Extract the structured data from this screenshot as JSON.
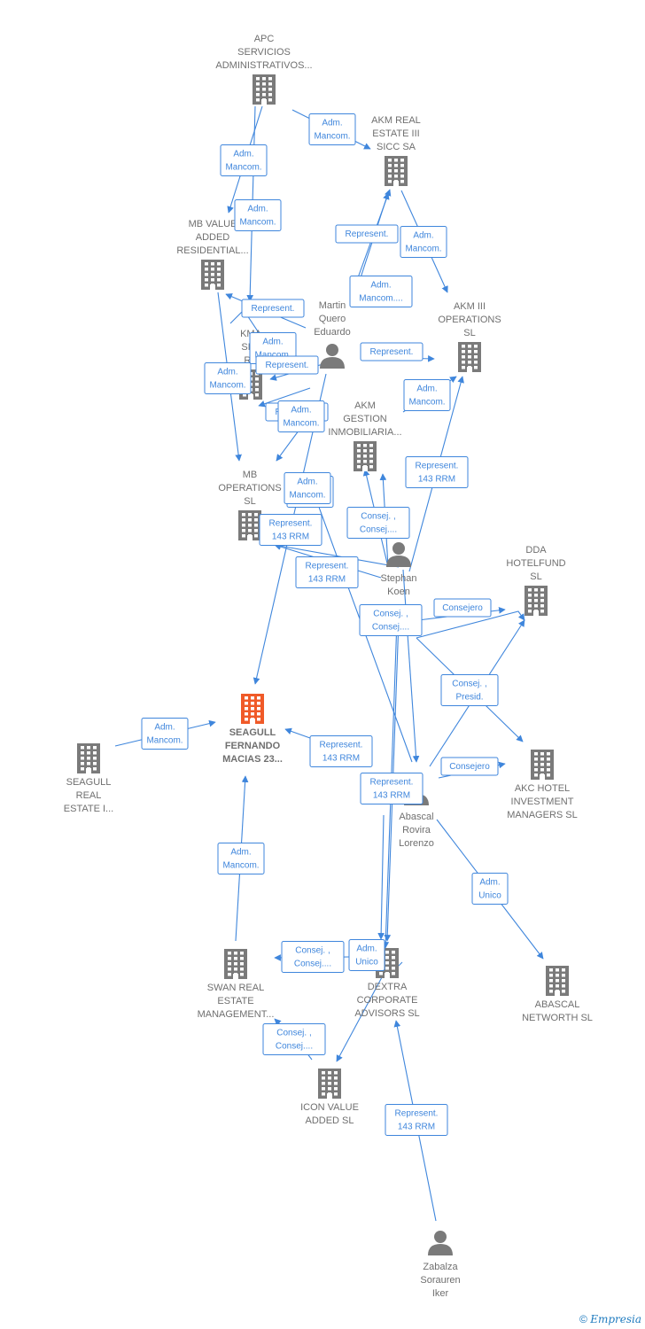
{
  "footer": {
    "copyright": "©",
    "brand": "Empresia"
  },
  "colors": {
    "edge": "#3f86dc",
    "building": "#7a7a7a",
    "main_building": "#f05a28",
    "person": "#7a7a7a"
  },
  "nodes": [
    {
      "id": "apc",
      "type": "company",
      "lines": [
        "APC",
        "SERVICIOS",
        "ADMINISTRATIVOS..."
      ]
    },
    {
      "id": "akm3",
      "type": "company",
      "lines": [
        "AKM REAL",
        "ESTATE III",
        "SICC SA"
      ]
    },
    {
      "id": "mbvalue",
      "type": "company",
      "lines": [
        "MB VALUE",
        "ADDED",
        "RESIDENTIAL..."
      ]
    },
    {
      "id": "martin",
      "type": "person",
      "lines": [
        "Martin",
        "Quero",
        "Eduardo"
      ]
    },
    {
      "id": "akm3ops",
      "type": "company",
      "lines": [
        "AKM III",
        "OPERATIONS",
        "SL"
      ]
    },
    {
      "id": "kma",
      "type": "company",
      "lines": [
        "KMA",
        "SPA",
        "RE"
      ]
    },
    {
      "id": "akmgestion",
      "type": "company",
      "lines": [
        "AKM",
        "GESTION",
        "INMOBILIARIA..."
      ]
    },
    {
      "id": "mbops",
      "type": "company",
      "lines": [
        "MB",
        "OPERATIONS",
        "SL"
      ]
    },
    {
      "id": "stephan",
      "type": "person",
      "lines": [
        "Stephan",
        "Koen"
      ]
    },
    {
      "id": "ddahotel",
      "type": "company",
      "lines": [
        "DDA",
        "HOTELFUND",
        "SL"
      ]
    },
    {
      "id": "seagull_main",
      "type": "main",
      "lines": [
        "SEAGULL",
        "FERNANDO",
        "MACIAS 23..."
      ]
    },
    {
      "id": "seagull_re",
      "type": "company",
      "lines": [
        "SEAGULL",
        "REAL",
        "ESTATE I..."
      ]
    },
    {
      "id": "akchotel",
      "type": "company",
      "lines": [
        "AKC HOTEL",
        "INVESTMENT",
        "MANAGERS  SL"
      ]
    },
    {
      "id": "abascal",
      "type": "person",
      "lines": [
        "Abascal",
        "Rovira",
        "Lorenzo"
      ]
    },
    {
      "id": "swan",
      "type": "company",
      "lines": [
        "SWAN REAL",
        "ESTATE",
        "MANAGEMENT..."
      ]
    },
    {
      "id": "dextra",
      "type": "company",
      "lines": [
        "DEXTRA",
        "CORPORATE",
        "ADVISORS SL"
      ]
    },
    {
      "id": "abascalnet",
      "type": "company",
      "lines": [
        "ABASCAL",
        "NETWORTH  SL"
      ]
    },
    {
      "id": "icon",
      "type": "company",
      "lines": [
        "ICON VALUE",
        "ADDED  SL"
      ]
    },
    {
      "id": "zabalza",
      "type": "person",
      "lines": [
        "Zabalza",
        "Sorauren",
        "Iker"
      ]
    }
  ],
  "edges": [
    {
      "label": [
        "Adm.",
        "Mancom."
      ]
    },
    {
      "label": [
        "Adm.",
        "Mancom."
      ]
    },
    {
      "label": [
        "Adm.",
        "Mancom."
      ]
    },
    {
      "label": [
        "Represent."
      ]
    },
    {
      "label": [
        "Adm.",
        "Mancom."
      ]
    },
    {
      "label": [
        "Adm.",
        "Mancom...."
      ]
    },
    {
      "label": [
        "Represent."
      ]
    },
    {
      "label": [
        "Adm.",
        "Mancom."
      ]
    },
    {
      "label": [
        "Represent."
      ]
    },
    {
      "label": [
        "Adm.",
        "Mancom."
      ]
    },
    {
      "label": [
        "Represent."
      ]
    },
    {
      "label": [
        "Adm.",
        "Mancom."
      ]
    },
    {
      "label": [
        "Represent."
      ]
    },
    {
      "label": [
        "Adm.",
        "Mancom."
      ]
    },
    {
      "label": [
        "Represent.",
        "143 RRM"
      ]
    },
    {
      "label": [
        "Adm.",
        "Mancom."
      ]
    },
    {
      "label": [
        "Adm.",
        "Mancom."
      ]
    },
    {
      "label": [
        "Consej. ,",
        "Consej...."
      ]
    },
    {
      "label": [
        "Represent.",
        "143 RRM"
      ]
    },
    {
      "label": [
        "Represent.",
        "143 RRM"
      ]
    },
    {
      "label": [
        "Consej. ,",
        "Consej...."
      ]
    },
    {
      "label": [
        "Consejero"
      ]
    },
    {
      "label": [
        "Consej. ,",
        "Presid."
      ]
    },
    {
      "label": [
        "Adm.",
        "Mancom."
      ]
    },
    {
      "label": [
        "Represent.",
        "143 RRM"
      ]
    },
    {
      "label": [
        "Represent.",
        "143 RRM"
      ]
    },
    {
      "label": [
        "Consejero"
      ]
    },
    {
      "label": [
        "Adm.",
        "Mancom."
      ]
    },
    {
      "label": [
        "Adm.",
        "Unico"
      ]
    },
    {
      "label": [
        "Consej. ,",
        "Consej...."
      ]
    },
    {
      "label": [
        "Adm.",
        "Unico"
      ]
    },
    {
      "label": [
        "Consej. ,",
        "Consej...."
      ]
    },
    {
      "label": [
        "Represent.",
        "143 RRM"
      ]
    }
  ]
}
